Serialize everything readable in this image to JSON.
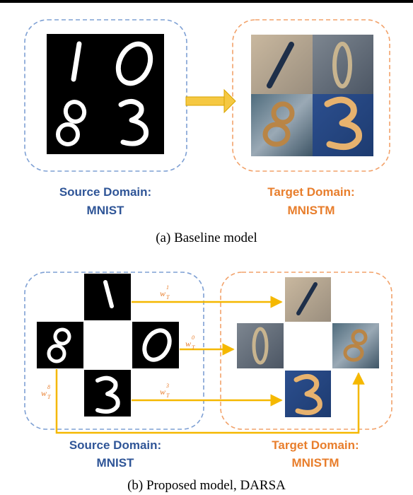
{
  "panel_a": {
    "source_title": "Source Domain:",
    "source_name": "MNIST",
    "target_title": "Target Domain:",
    "target_name": "MNISTM",
    "caption": "(a)  Baseline model"
  },
  "panel_b": {
    "source_title": "Source Domain:",
    "source_name": "MNIST",
    "target_title": "Target Domain:",
    "target_name": "MNISTM",
    "caption": "(b)  Proposed model, DARSA",
    "weights": {
      "w1_base": "w",
      "w1_sub": "T",
      "w1_sup": "1",
      "w0_base": "w",
      "w0_sub": "T",
      "w0_sup": "0",
      "w3_base": "w",
      "w3_sub": "T",
      "w3_sup": "3",
      "w8_base": "w",
      "w8_sub": "T",
      "w8_sup": "8"
    }
  },
  "colors": {
    "source_blue": "#2f5597",
    "target_orange": "#e87e2c",
    "arrow_gold": "#f5b800"
  }
}
